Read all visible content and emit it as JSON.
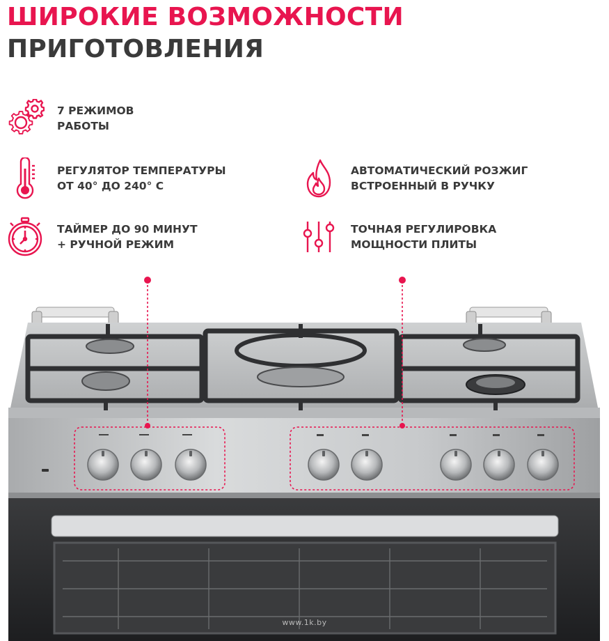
{
  "heading": {
    "line1": "ШИРОКИЕ ВОЗМОЖНОСТИ",
    "line2": "ПРИГОТОВЛЕНИЯ"
  },
  "features": [
    {
      "icon": "gears-icon",
      "text": "7 РЕЖИМОВ\nРАБОТЫ"
    },
    {
      "icon": "thermometer-icon",
      "text": "РЕГУЛЯТОР ТЕМПЕРАТУРЫ\nОТ 40° ДО 240° С"
    },
    {
      "icon": "stopwatch-icon",
      "text": "ТАЙМЕР ДО 90 МИНУТ\n+ РУЧНОЙ РЕЖИМ"
    },
    {
      "icon": "flame-icon",
      "text": "АВТОМАТИЧЕСКИЙ РОЗЖИГ\nВСТРОЕННЫЙ В РУЧКУ"
    },
    {
      "icon": "sliders-icon",
      "text": "ТОЧНАЯ РЕГУЛИРОВКА\nМОЩНОСТИ ПЛИТЫ"
    }
  ],
  "colors": {
    "accent": "#e8154f",
    "text": "#3a3a3a",
    "steel": "#c9cbcd",
    "oven_dark": "#2b2c2e"
  },
  "watermark": "www.1k.by"
}
